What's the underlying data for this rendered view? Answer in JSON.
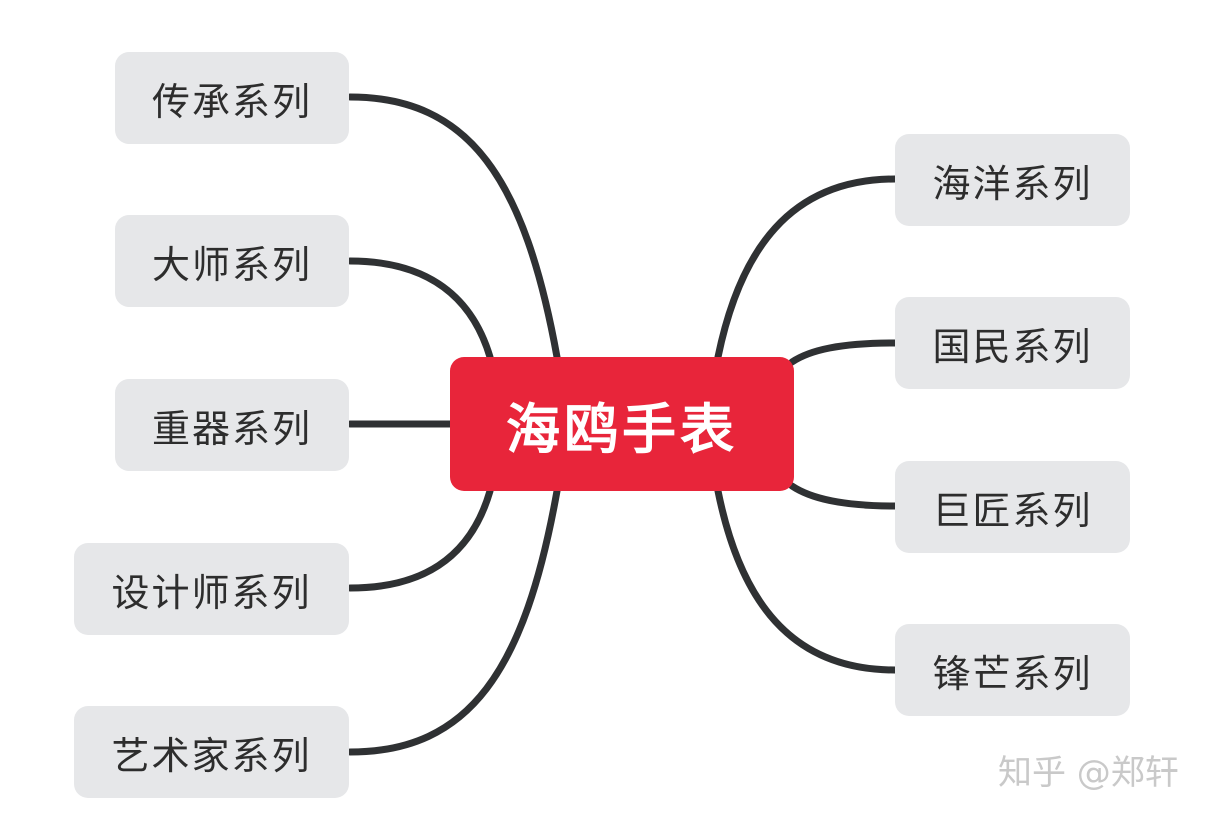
{
  "center": {
    "label": "海鸥手表"
  },
  "left_branches": [
    {
      "label": "传承系列"
    },
    {
      "label": "大师系列"
    },
    {
      "label": "重器系列"
    },
    {
      "label": "设计师系列"
    },
    {
      "label": "艺术家系列"
    }
  ],
  "right_branches": [
    {
      "label": "海洋系列"
    },
    {
      "label": "国民系列"
    },
    {
      "label": "巨匠系列"
    },
    {
      "label": "锋芒系列"
    }
  ],
  "watermark": "知乎 @郑轩",
  "colors": {
    "center_fill": "#e8253a",
    "center_text": "#ffffff",
    "node_fill": "#e6e7e9",
    "node_text": "#2d2d2d",
    "connector": "#2f3133",
    "watermark": "#c9c9c9"
  }
}
